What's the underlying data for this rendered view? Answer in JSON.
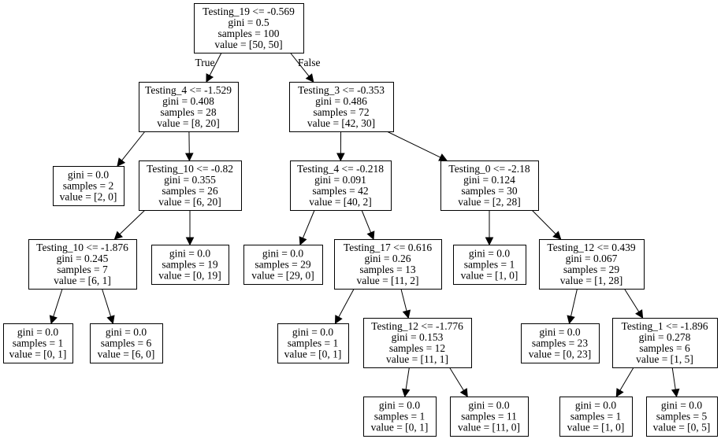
{
  "diagram": {
    "edge_labels": {
      "true_label": "True",
      "false_label": "False"
    },
    "nodes": [
      {
        "id": "n0",
        "lines": [
          "Testing_19 <= -0.569",
          "gini = 0.5",
          "samples = 100",
          "value = [50, 50]"
        ]
      },
      {
        "id": "n1",
        "lines": [
          "Testing_4 <= -1.529",
          "gini = 0.408",
          "samples = 28",
          "value = [8, 20]"
        ]
      },
      {
        "id": "n2",
        "lines": [
          "gini = 0.0",
          "samples = 2",
          "value = [2, 0]"
        ]
      },
      {
        "id": "n3",
        "lines": [
          "Testing_10 <= -0.82",
          "gini = 0.355",
          "samples = 26",
          "value = [6, 20]"
        ]
      },
      {
        "id": "n4",
        "lines": [
          "Testing_10 <= -1.876",
          "gini = 0.245",
          "samples = 7",
          "value = [6, 1]"
        ]
      },
      {
        "id": "n5",
        "lines": [
          "gini = 0.0",
          "samples = 1",
          "value = [0, 1]"
        ]
      },
      {
        "id": "n6",
        "lines": [
          "gini = 0.0",
          "samples = 6",
          "value = [6, 0]"
        ]
      },
      {
        "id": "n7",
        "lines": [
          "gini = 0.0",
          "samples = 19",
          "value = [0, 19]"
        ]
      },
      {
        "id": "n8",
        "lines": [
          "Testing_3 <= -0.353",
          "gini = 0.486",
          "samples = 72",
          "value = [42, 30]"
        ]
      },
      {
        "id": "n9",
        "lines": [
          "Testing_4 <= -0.218",
          "gini = 0.091",
          "samples = 42",
          "value = [40, 2]"
        ]
      },
      {
        "id": "n10",
        "lines": [
          "gini = 0.0",
          "samples = 29",
          "value = [29, 0]"
        ]
      },
      {
        "id": "n11",
        "lines": [
          "Testing_17 <= 0.616",
          "gini = 0.26",
          "samples = 13",
          "value = [11, 2]"
        ]
      },
      {
        "id": "n12",
        "lines": [
          "gini = 0.0",
          "samples = 1",
          "value = [0, 1]"
        ]
      },
      {
        "id": "n13",
        "lines": [
          "Testing_12 <= -1.776",
          "gini = 0.153",
          "samples = 12",
          "value = [11, 1]"
        ]
      },
      {
        "id": "n14",
        "lines": [
          "gini = 0.0",
          "samples = 1",
          "value = [0, 1]"
        ]
      },
      {
        "id": "n15",
        "lines": [
          "gini = 0.0",
          "samples = 11",
          "value = [11, 0]"
        ]
      },
      {
        "id": "n16",
        "lines": [
          "Testing_0 <= -2.18",
          "gini = 0.124",
          "samples = 30",
          "value = [2, 28]"
        ]
      },
      {
        "id": "n17",
        "lines": [
          "gini = 0.0",
          "samples = 1",
          "value = [1, 0]"
        ]
      },
      {
        "id": "n18",
        "lines": [
          "Testing_12 <= 0.439",
          "gini = 0.067",
          "samples = 29",
          "value = [1, 28]"
        ]
      },
      {
        "id": "n19",
        "lines": [
          "gini = 0.0",
          "samples = 23",
          "value = [0, 23]"
        ]
      },
      {
        "id": "n20",
        "lines": [
          "Testing_1 <= -1.896",
          "gini = 0.278",
          "samples = 6",
          "value = [1, 5]"
        ]
      },
      {
        "id": "n21",
        "lines": [
          "gini = 0.0",
          "samples = 1",
          "value = [1, 0]"
        ]
      },
      {
        "id": "n22",
        "lines": [
          "gini = 0.0",
          "samples = 5",
          "value = [0, 5]"
        ]
      }
    ],
    "edges": [
      {
        "from": "n0",
        "to": "n1",
        "label": "true_label"
      },
      {
        "from": "n0",
        "to": "n8",
        "label": "false_label"
      },
      {
        "from": "n1",
        "to": "n2"
      },
      {
        "from": "n1",
        "to": "n3"
      },
      {
        "from": "n3",
        "to": "n4"
      },
      {
        "from": "n3",
        "to": "n7"
      },
      {
        "from": "n4",
        "to": "n5"
      },
      {
        "from": "n4",
        "to": "n6"
      },
      {
        "from": "n8",
        "to": "n9"
      },
      {
        "from": "n8",
        "to": "n16"
      },
      {
        "from": "n9",
        "to": "n10"
      },
      {
        "from": "n9",
        "to": "n11"
      },
      {
        "from": "n11",
        "to": "n12"
      },
      {
        "from": "n11",
        "to": "n13"
      },
      {
        "from": "n13",
        "to": "n14"
      },
      {
        "from": "n13",
        "to": "n15"
      },
      {
        "from": "n16",
        "to": "n17"
      },
      {
        "from": "n16",
        "to": "n18"
      },
      {
        "from": "n18",
        "to": "n19"
      },
      {
        "from": "n18",
        "to": "n20"
      },
      {
        "from": "n20",
        "to": "n21"
      },
      {
        "from": "n20",
        "to": "n22"
      }
    ]
  }
}
